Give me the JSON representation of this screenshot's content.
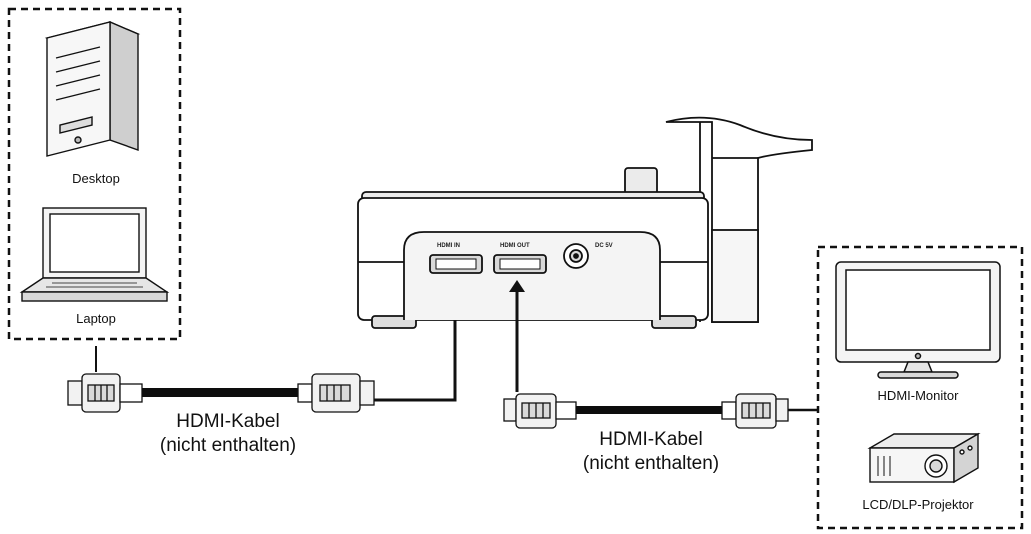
{
  "left_group": {
    "desktop_label": "Desktop",
    "laptop_label": "Laptop"
  },
  "right_group": {
    "monitor_label": "HDMI-Monitor",
    "projector_label": "LCD/DLP-Projektor"
  },
  "device": {
    "port_hdmi_in": "HDMI IN",
    "port_hdmi_out": "HDMI OUT",
    "port_dc": "DC 5V"
  },
  "cable_left": {
    "line1": "HDMI-Kabel",
    "line2": "(nicht enthalten)"
  },
  "cable_right": {
    "line1": "HDMI-Kabel",
    "line2": "(nicht enthalten)"
  },
  "colors": {
    "stroke": "#111111",
    "fill_light": "#f2f2f2",
    "fill_mid": "#d9d9d9",
    "cable": "#0d0d0d"
  }
}
